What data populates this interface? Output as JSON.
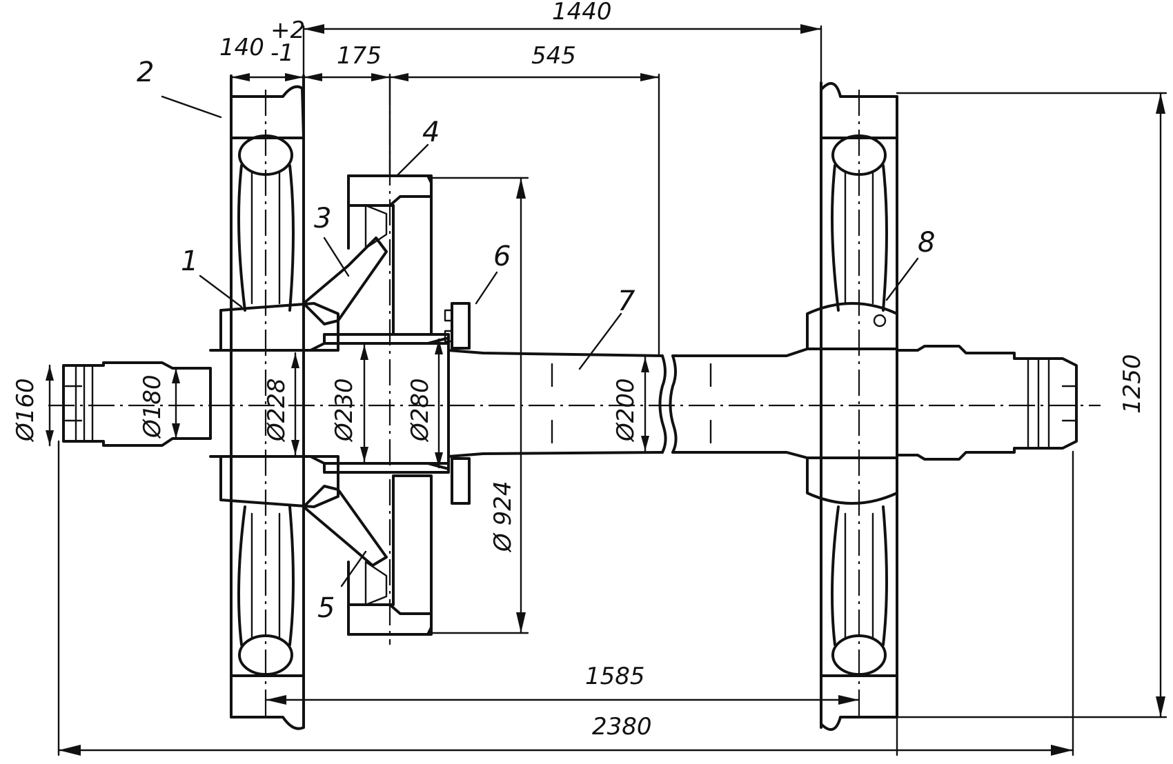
{
  "dimensions": {
    "overall_length": "2380",
    "wheel_base": "1585",
    "gauge": "1440",
    "hub_offset": "545",
    "gear_offset": "175",
    "rim_width": "140",
    "rim_tol_plus": "+2",
    "rim_tol_minus": "-1",
    "height": "1250",
    "d_journal": "Ø160",
    "d_journal_seat": "Ø180",
    "d_wheel_seat": "Ø228",
    "d_gear_seat": "Ø230",
    "d_collar": "Ø280",
    "d_axle_middle": "Ø200",
    "d_gear": "Ø 924"
  },
  "callouts": [
    "1",
    "2",
    "3",
    "4",
    "5",
    "6",
    "7",
    "8"
  ],
  "colors": {
    "ink": "#111111",
    "paper": "#ffffff"
  }
}
